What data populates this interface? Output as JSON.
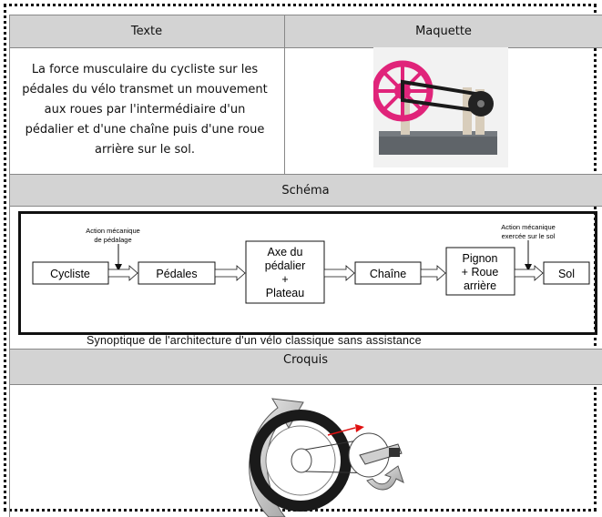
{
  "table": {
    "col_texte": "Texte",
    "col_maquette": "Maquette",
    "texte_lines": [
      "La force musculaire du cycliste sur les",
      "pédales du vélo transmet un mouvement",
      "aux roues par l'intermédiaire d'un",
      "pédalier et d'une chaîne puis d'une roue",
      "arrière sur le sol."
    ],
    "schema_title": "Schéma",
    "croquis_title": "Croquis"
  },
  "diagram": {
    "action1": [
      "Action mécanique",
      "de pédalage"
    ],
    "action2": [
      "Action  mécanique",
      "exercée sur le sol"
    ],
    "box_cycliste": "Cycliste",
    "box_pedales": "Pédales",
    "box_axe": [
      "Axe du",
      "pédalier",
      "+",
      "Plateau"
    ],
    "box_chaine": "Chaîne",
    "box_pignon": [
      "Pignon",
      "+ Roue",
      "arrière"
    ],
    "box_sol": "Sol",
    "caption": "Synoptique de l'architecture d'un vélo classique sans assistance"
  },
  "colors": {
    "header_bg": "#d3d3d3",
    "wheel_pink": "#e0247a",
    "arrow_red": "#e01010"
  }
}
